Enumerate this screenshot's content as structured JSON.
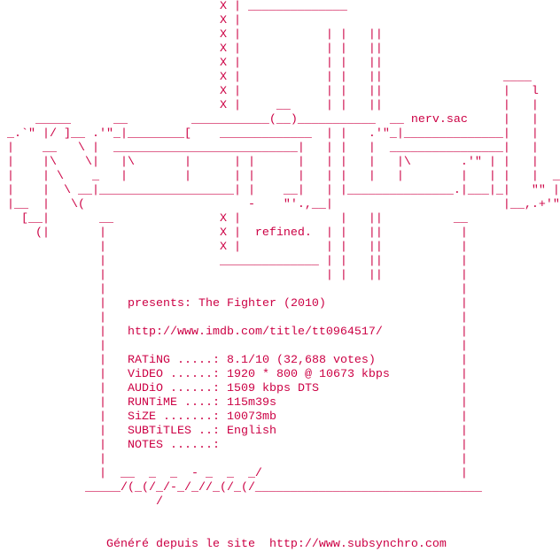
{
  "colors": {
    "text": "#cc0044",
    "background": "#ffffff"
  },
  "art_top": [
    "                              X | ______________",
    "                              X |",
    "                              X |            | |   ||",
    "                              X |            | |   ||",
    "                              X |            | |   ||",
    "                              X |            | |   ||                 ____",
    "                              X |            | |   ||                 |   l",
    "                              X |     __     | |   ||                 |   |",
    "    _____      __         ___________(__)___________  __ nerv.sac     |   |",
    "_.`\" |/ ]__ .'\"_|________[    _____________  | |   .'\"_|______________|   |",
    "|    __   \\ |  __________________________|   | |   |  ________________|   |",
    "|    |\\    \\|   |\\       |      | |      |   | |   |   |\\       .'\" | |   |",
    "|    | \\    _   |        |      | |      |   | |   |   |        |   | |   |  __",
    "|    |  \\ __|___________________| |    __|   | |_______________.|___|_|   \"\" |",
    "|__  |   \\(                       -    \"'.,__|                        |__,.+'\"",
    "  [__|       __               X |              |   ||          __",
    "    (|       |                X |  refined.  | |   ||           |",
    "             |                X |            | |   ||           |",
    "             |                ______________ | |   ||           |",
    "             |                               | |   ||           |"
  ],
  "info": {
    "presents": "presents: The Fighter (2010)",
    "url": "http://www.imdb.com/title/tt0964517/",
    "fields": [
      {
        "label": "RATiNG .....:",
        "value": "8.1/10 (32,688 votes)"
      },
      {
        "label": "ViDEO ......:",
        "value": "1920 * 800 @ 10673 kbps"
      },
      {
        "label": "AUDiO ......:",
        "value": "1509 kbps DTS"
      },
      {
        "label": "RUNTiME ....:",
        "value": "115m39s"
      },
      {
        "label": "SiZE .......:",
        "value": "10073mb"
      },
      {
        "label": "SUBTiTLES ..:",
        "value": "English"
      },
      {
        "label": "NOTES ......:",
        "value": ""
      }
    ]
  },
  "art_bottom": [
    "             |  __  _  _  - _  _  _/                            |",
    "           _____/(_(/_/-_/_//_(/_(/________________________________",
    "                     /",
    "",
    ""
  ],
  "footer": "Généré depuis le site  http://www.subsynchro.com"
}
